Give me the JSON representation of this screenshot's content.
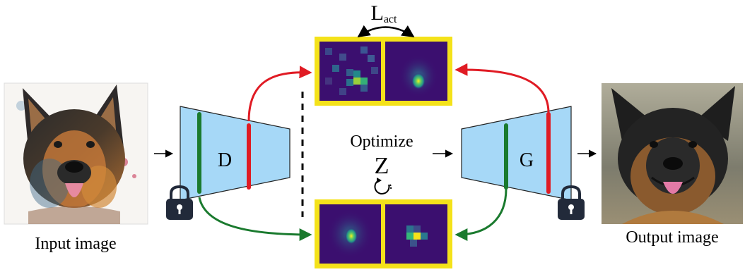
{
  "labels": {
    "input_caption": "Input image",
    "output_caption": "Output image",
    "loss_main": "L",
    "loss_sub": "act",
    "encoder": "D",
    "generator": "G",
    "optimize": "Optimize",
    "latent": "Z"
  },
  "colors": {
    "network_fill": "#a6d8f7",
    "red_path": "#e01b24",
    "green_path": "#1a7a2e",
    "map_border": "#f4e21a",
    "map_background": "#3b0f6f"
  },
  "icons": [
    "lock-icon",
    "lock-icon",
    "refresh-icon",
    "arrow-icon",
    "dashed-separator"
  ]
}
